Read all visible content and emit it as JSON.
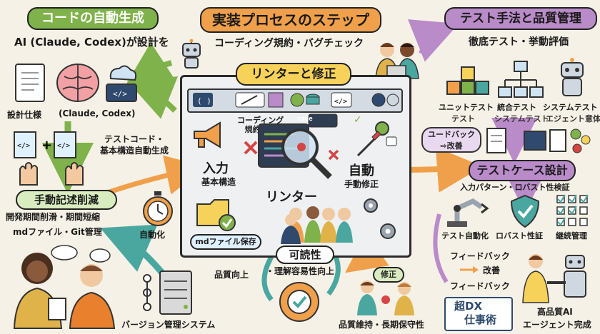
{
  "left": {
    "title": "コードの自動生成",
    "subtitle": "AI (Claude, Codex)が設計を",
    "spec_label": "設計仕様",
    "ai_label": "(Claude, Codex)",
    "testcode_label": "テストコード・\n基本構造自動生成",
    "manual_title": "手動記述削減",
    "manual_line1": "開発期間削滑・期間短縮",
    "manual_line2": "mdファイル・Git管理",
    "automation_label": "自動化",
    "vcs_label": "バージョン管理システム",
    "quality_up": "品質向上"
  },
  "center": {
    "title": "実装プロセスのステップ",
    "subtitle": "コーディング規約・バグチェック",
    "linter_title": "リンターと修正",
    "violation_label": "コーディング\n規約違反",
    "input_label": "入力",
    "input_sub": "基本構造",
    "linter_label": "リンター",
    "auto_label": "自動",
    "auto_sub": "手動修正",
    "md_save": "mdファイル保存",
    "readability": "可読性",
    "readability_sub": "・理解容易性向上",
    "fix_label": "修正",
    "maintain_label": "品質維持・長期保守性",
    "code_tag": "code"
  },
  "right": {
    "title": "テスト手法と品質管理",
    "subtitle": "徹底テスト・挙動評価",
    "unit_test": "ユニットテスト",
    "unit_sub": "テスト",
    "integration_test": "統合テスト",
    "integration_sub": "システムテスト",
    "system_test": "システムテスト",
    "system_sub": "エジェント意体",
    "feedback_bubble": "ユードバック\n⇨改善",
    "testcase_title": "テストケース設計",
    "testcase_sub": "入力パターン・ロバスト性検証",
    "test_auto": "テスト自動化",
    "robust": "ロバスト性証",
    "continuous": "継続管理",
    "fb1": "フィードバック",
    "fb_improve": "改善",
    "fb2": "フィードバック",
    "brand_line1": "超DX",
    "brand_line2": "仕事術",
    "final_line1": "高品質AI",
    "final_line2": "エージェント完成"
  },
  "colors": {
    "green": "#7fb24a",
    "orange": "#f0a04a",
    "purple": "#b98bc9",
    "teal": "#4aa7a0",
    "navy": "#2f4a6e"
  }
}
